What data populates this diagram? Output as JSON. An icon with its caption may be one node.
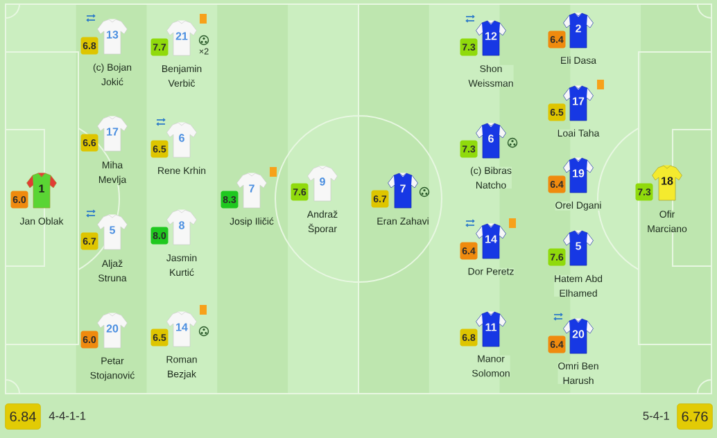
{
  "diagram": {
    "nodes": [
      {
        "text": [
          "1"
        ],
        "beside": [
          "Jan Oblak"
        ]
      },
      {
        "text": [
          "6.0"
        ]
      },
      {
        "text": [
          "13"
        ],
        "beside": [
          "(c) Bojan Jokić"
        ]
      },
      {
        "text": [
          "6.8"
        ]
      },
      {
        "text": [
          "17"
        ],
        "beside": [
          "Miha Mevlja"
        ]
      },
      {
        "text": [
          "6.6"
        ]
      },
      {
        "text": [
          "5"
        ],
        "beside": [
          "Aljaž Struna"
        ]
      },
      {
        "text": [
          "6.7"
        ]
      },
      {
        "text": [
          "20"
        ],
        "beside": [
          "Petar Stojanović"
        ]
      },
      {
        "text": [
          "6.0"
        ]
      },
      {
        "text": [
          "21"
        ],
        "beside": [
          "Benjamin Verbič",
          "×2"
        ]
      },
      {
        "text": [
          "7.7"
        ]
      },
      {
        "text": [
          "6"
        ],
        "beside": [
          "Rene Krhin"
        ]
      },
      {
        "text": [
          "6.5"
        ]
      },
      {
        "text": [
          "8"
        ],
        "beside": [
          "Jasmin Kurtić"
        ]
      },
      {
        "text": [
          "8.0"
        ]
      },
      {
        "text": [
          "14"
        ],
        "beside": [
          "Roman Bezjak"
        ]
      },
      {
        "text": [
          "6.5"
        ]
      },
      {
        "text": [
          "7"
        ],
        "beside": [
          "Josip Iličić"
        ]
      },
      {
        "text": [
          "8.3"
        ]
      },
      {
        "text": [
          "9"
        ],
        "beside": [
          "Andraž Šporar"
        ]
      },
      {
        "text": [
          "7.6"
        ]
      },
      {
        "text": [
          "7"
        ],
        "beside": [
          "Eran Zahavi"
        ]
      },
      {
        "text": [
          "6.7"
        ]
      },
      {
        "text": [
          "12"
        ],
        "beside": [
          "Shon Weissman"
        ]
      },
      {
        "text": [
          "7.3"
        ]
      },
      {
        "text": [
          "6"
        ],
        "beside": [
          "(c) Bibras Natcho"
        ]
      },
      {
        "text": [
          "7.3"
        ]
      },
      {
        "text": [
          "14"
        ],
        "beside": [
          "Dor Peretz"
        ]
      },
      {
        "text": [
          "6.4"
        ]
      },
      {
        "text": [
          "11"
        ],
        "beside": [
          "Manor Solomon"
        ]
      },
      {
        "text": [
          "6.8"
        ]
      },
      {
        "text": [
          "2"
        ],
        "beside": [
          "Eli Dasa"
        ]
      },
      {
        "text": [
          "6.4"
        ]
      },
      {
        "text": [
          "17"
        ],
        "beside": [
          "Loai Taha"
        ]
      },
      {
        "text": [
          "6.5"
        ]
      },
      {
        "text": [
          "19"
        ],
        "beside": [
          "Orel Dgani"
        ]
      },
      {
        "text": [
          "6.4"
        ]
      },
      {
        "text": [
          "5"
        ],
        "beside": [
          "Hatem Abd Elhamed"
        ]
      },
      {
        "text": [
          "7.6"
        ]
      },
      {
        "text": [
          "20"
        ],
        "beside": [
          "Omri Ben Harush"
        ]
      },
      {
        "text": [
          "6.4"
        ]
      },
      {
        "text": [
          "18"
        ],
        "beside": [
          "Ofir Marciano"
        ]
      },
      {
        "text": [
          "7.3"
        ]
      },
      {
        "text": [
          "6.84"
        ],
        "beside": [
          "4-4-1-1"
        ]
      },
      {
        "text": [
          "6.76"
        ],
        "beside": [
          "5-4-1"
        ]
      }
    ]
  }
}
